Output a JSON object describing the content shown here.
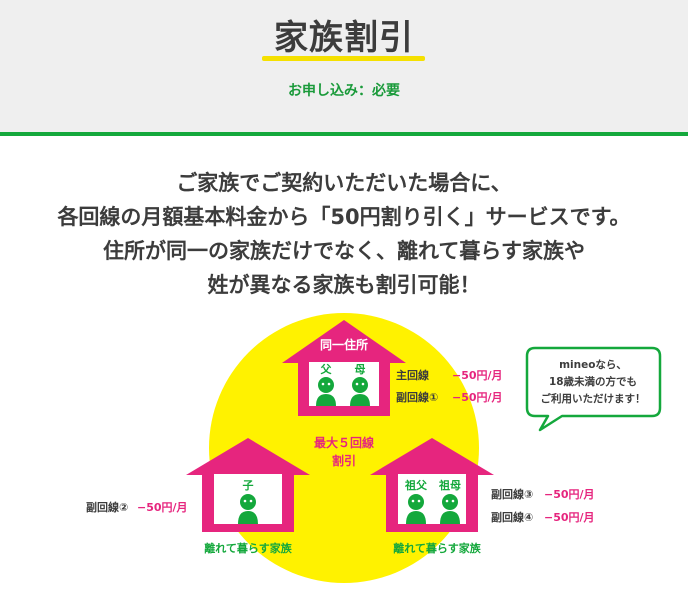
{
  "header": {
    "title": "家族割引",
    "apply_note": "お申し込み：必要"
  },
  "lead": {
    "line1": "ご家族でご契約いただいた場合に、",
    "line2": "各回線の月額基本料金から「50円割り引く」サービスです。",
    "line3": "住所が同一の家族だけでなく、離れて暮らす家族や",
    "line4": "姓が異なる家族も割引可能！"
  },
  "diagram": {
    "center_line1": "最大５回線",
    "center_line2": "割引",
    "house_top": {
      "label": "同一住所",
      "person1": "父",
      "person2": "母",
      "line1_name": "主回線",
      "line1_discount": "−50円/月",
      "line2_name": "副回線①",
      "line2_discount": "−50円/月"
    },
    "house_left": {
      "person": "子",
      "line_name": "副回線②",
      "line_discount": "−50円/月",
      "caption": "離れて暮らす家族"
    },
    "house_right": {
      "person1": "祖父",
      "person2": "祖母",
      "line1_name": "副回線③",
      "line1_discount": "−50円/月",
      "line2_name": "副回線④",
      "line2_discount": "−50円/月",
      "caption": "離れて暮らす家族"
    },
    "bubble": {
      "line1": "mineoなら、",
      "line2": "18歳未満の方でも",
      "line3": "ご利用いただけます！"
    },
    "colors": {
      "green": "#14a83c",
      "pink": "#e6257e",
      "yellow": "#fff200"
    }
  }
}
